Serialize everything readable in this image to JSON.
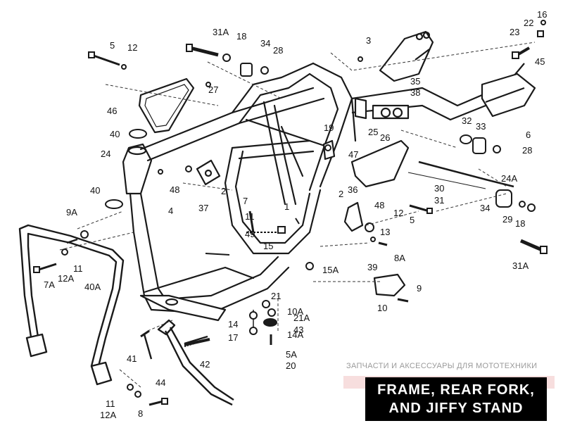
{
  "title_lines": [
    "FRAME, REAR FORK,",
    "AND JIFFY STAND"
  ],
  "watermark": "ЗАПЧАСТИ И АКСЕССУАРЫ ДЛЯ МОТОТЕХНИКИ",
  "colors": {
    "line": "#1a1a1a",
    "title_bg": "#000000",
    "watermark": "#9a9a9a",
    "logo": "#e8a0a0"
  },
  "labels": [
    "31A",
    "18",
    "34",
    "28",
    "3",
    "23",
    "22",
    "16",
    "5",
    "12",
    "27",
    "35",
    "38",
    "45",
    "46",
    "25",
    "26",
    "19",
    "40",
    "32",
    "33",
    "6",
    "24",
    "47",
    "28",
    "48",
    "2",
    "37",
    "7",
    "36",
    "24A",
    "40",
    "4",
    "2",
    "30",
    "31",
    "9A",
    "11",
    "49",
    "1",
    "48",
    "12",
    "5",
    "34",
    "29",
    "18",
    "13",
    "15",
    "8A",
    "11",
    "7A",
    "12A",
    "15A",
    "31A",
    "40A",
    "39",
    "9",
    "21",
    "10A",
    "10",
    "14",
    "21A",
    "17",
    "14A",
    "43",
    "5A",
    "20",
    "41",
    "42",
    "44",
    "11",
    "12A",
    "8"
  ]
}
